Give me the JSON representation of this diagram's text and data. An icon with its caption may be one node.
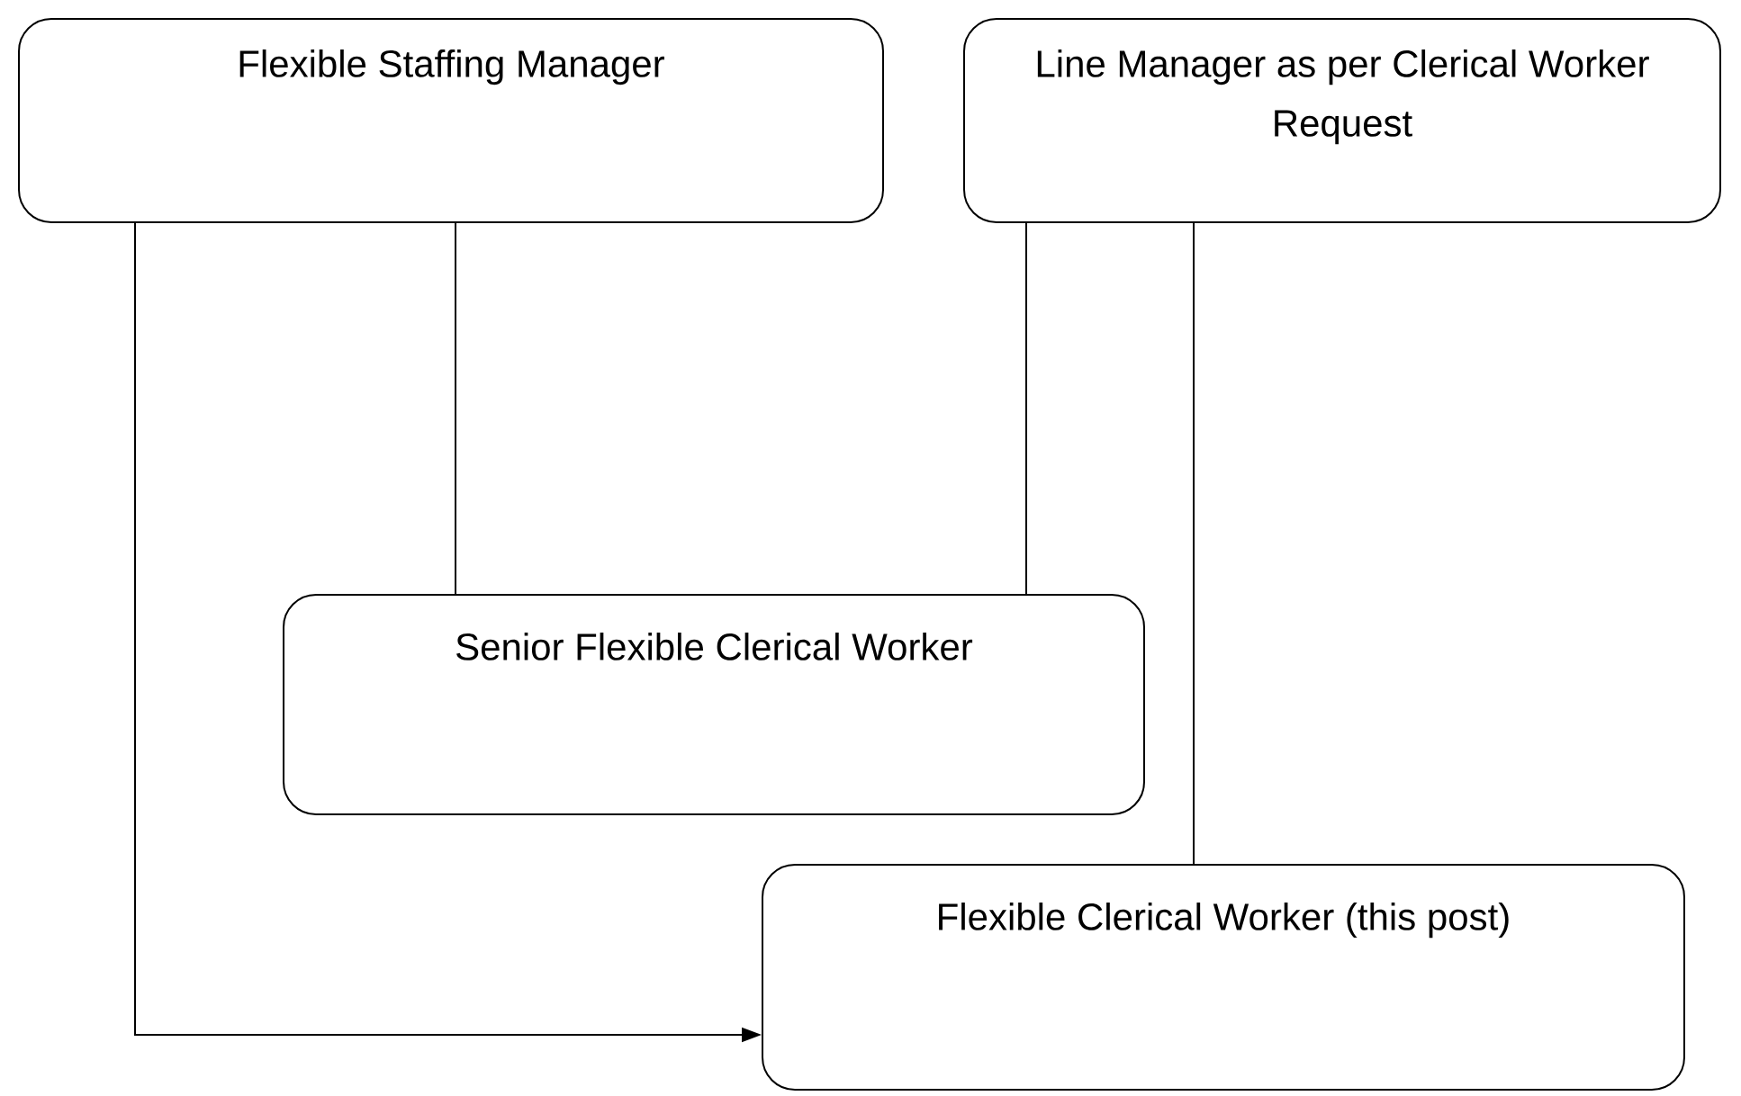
{
  "diagram": {
    "nodes": [
      {
        "text": [
          "Flexible Staffing Manager"
        ]
      },
      {
        "text": [
          "Line Manager as per Clerical Worker Request"
        ]
      },
      {
        "text": [
          "Senior Flexible Clerical Worker"
        ]
      },
      {
        "text": [
          "Flexible Clerical Worker (this post)"
        ]
      }
    ],
    "edges": [
      {
        "from": 0,
        "to": 2,
        "arrow": "none"
      },
      {
        "from": 1,
        "to": 2,
        "arrow": "none"
      },
      {
        "from": 1,
        "to": 3,
        "arrow": "none"
      },
      {
        "from": 0,
        "to": 3,
        "arrow": "to"
      }
    ]
  }
}
